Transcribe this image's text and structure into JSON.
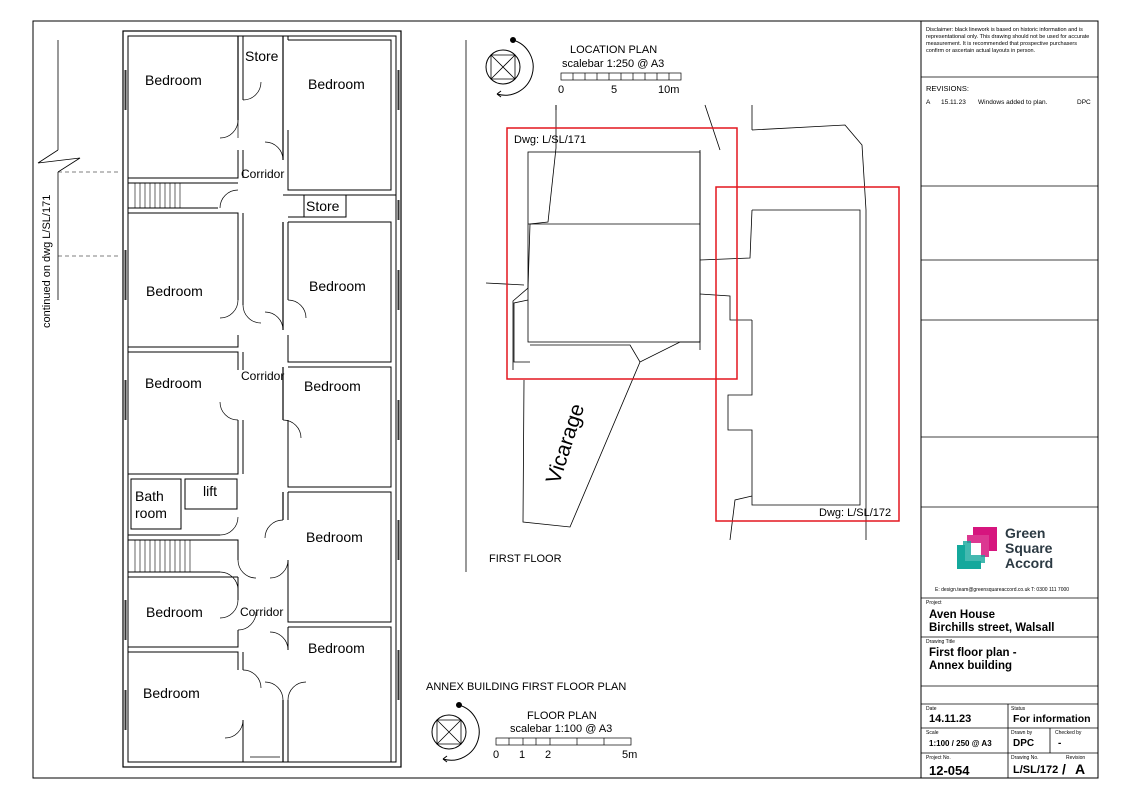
{
  "plan": {
    "rooms": {
      "bedroom_1": "Bedroom",
      "bedroom_2": "Bedroom",
      "bedroom_3": "Bedroom",
      "bedroom_4": "Bedroom",
      "bedroom_5": "Bedroom",
      "bedroom_6": "Bedroom",
      "bedroom_7": "Bedroom",
      "bedroom_8": "Bedroom",
      "bedroom_9": "Bedroom",
      "bedroom_10": "Bedroom",
      "store_1": "Store",
      "store_2": "Store",
      "corridor_1": "Corridor",
      "corridor_2": "Corridor",
      "corridor_3": "Corridor",
      "bath_line1": "Bath",
      "bath_line2": "room",
      "lift": "lift"
    },
    "continued_note": "continued on dwg L/SL/171"
  },
  "location_plan": {
    "title": "LOCATION PLAN",
    "scale": "scalebar 1:250 @ A3",
    "ticks": [
      "0",
      "5",
      "10m"
    ],
    "dwg_171": "Dwg: L/SL/171",
    "dwg_172": "Dwg: L/SL/172",
    "vicarage": "Vicarage",
    "first_floor": "FIRST FLOOR"
  },
  "floor_plan": {
    "heading": "ANNEX BUILDING FIRST FLOOR PLAN",
    "title": "FLOOR PLAN",
    "scale": "scalebar 1:100 @ A3",
    "ticks": [
      "0",
      "1",
      "2",
      "5m"
    ]
  },
  "title_block": {
    "disclaimer": "Disclaimer: black linework is based on historic information and is representational only. This drawing should not be used for accurate measurement. It is recommended that prospective purchasers confirm or ascertain actual layouts in person.",
    "revisions_label": "REVISIONS:",
    "revision": {
      "rev": "A",
      "date": "15.11.23",
      "desc": "Windows added to plan.",
      "by": "DPC"
    },
    "brand": {
      "line1": "Green",
      "line2": "Square",
      "line3": "Accord",
      "color_magenta": "#d6157e",
      "color_teal": "#14a89c"
    },
    "contact": "E: design.team@greensquareaccord.co.uk   T: 0300 111 7000",
    "project_label": "Project",
    "project_line1": "Aven House",
    "project_line2": "Birchills street, Walsall",
    "drawing_title_label": "Drawing Title",
    "drawing_title_line1": "First floor plan -",
    "drawing_title_line2": "Annex building",
    "date_label": "Date",
    "date": "14.11.23",
    "status_label": "Status",
    "status": "For information",
    "scale_label": "Scale",
    "scale": "1:100 / 250 @ A3",
    "drawn_label": "Drawn by",
    "drawn": "DPC",
    "checked_label": "Checked by",
    "checked": "-",
    "projno_label": "Project No.",
    "projno": "12-054",
    "drawno_label": "Drawing No.",
    "drawno": "L/SL/172",
    "revision_label": "Revision",
    "revision_value": "A"
  }
}
